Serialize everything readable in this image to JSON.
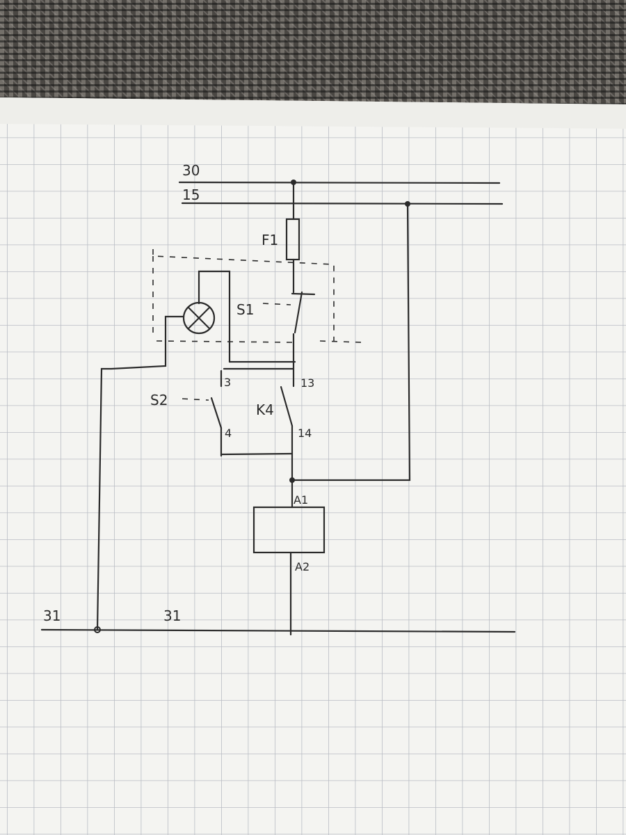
{
  "diagram": {
    "rails": {
      "top_1": "30",
      "top_2": "15",
      "bottom_1": "31",
      "bottom_2": "31"
    },
    "fuse": {
      "label": "F1"
    },
    "switch_s1": {
      "label": "S1"
    },
    "switch_s2": {
      "label": "S2"
    },
    "relay": {
      "label": "K4",
      "contact_left_top": "3",
      "contact_left_bottom": "4",
      "contact_right_top": "13",
      "contact_right_bottom": "14",
      "coil_top": "A1",
      "coil_bottom": "A2"
    }
  },
  "colors": {
    "paper": "#f4f4f1",
    "grid": "#b9bcc4",
    "ink": "#2a2a2a",
    "fabric": "#4a4743"
  }
}
